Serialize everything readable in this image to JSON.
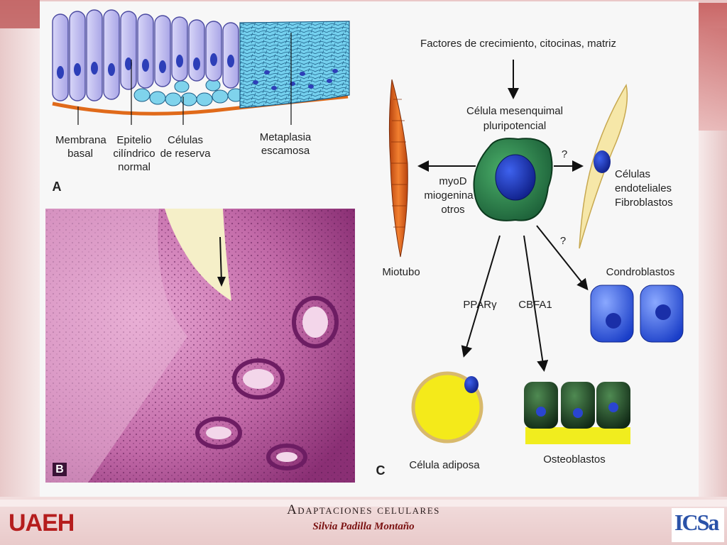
{
  "panel_a": {
    "letter": "A",
    "labels": {
      "membrana_basal_line1": "Membrana",
      "membrana_basal_line2": "basal",
      "epitelio_line1": "Epitelio",
      "epitelio_line2": "cilíndrico",
      "epitelio_line3": "normal",
      "celulas_line1": "Células",
      "celulas_line2": "de reserva",
      "metaplasia_line1": "Metaplasia",
      "metaplasia_line2": "escamosa"
    }
  },
  "panel_b": {
    "letter": "B"
  },
  "panel_c": {
    "letter": "C",
    "factores": "Factores de crecimiento, citocinas, matriz",
    "mesenquimal_line1": "Célula mesenquimal",
    "mesenquimal_line2": "pluripotencial",
    "myod_line1": "myoD",
    "myod_line2": "miogenina",
    "myod_line3": "otros",
    "miotubo": "Miotubo",
    "endoteliales_line1": "Células",
    "endoteliales_line2": "endoteliales",
    "endoteliales_line3": "Fibroblastos",
    "condroblastos": "Condroblastos",
    "ppar": "PPARγ",
    "cbfa1": "CBFA1",
    "adiposa": "Célula adiposa",
    "osteoblastos": "Osteoblastos",
    "question_mark": "?"
  },
  "footer": {
    "title": "Adaptaciones celulares",
    "author": "Silvia Padilla Montaño",
    "logo_left": "UAEH",
    "logo_right": "ICSa"
  },
  "colors": {
    "accent_red": "#b84a4a",
    "cell_lavender": "#b9b6ee",
    "nucleus_blue": "#2d3fb8",
    "squamous_cyan": "#5fc4e6",
    "basement_orange": "#e06a1a",
    "histology_purple": "#9a3f86",
    "adipose_yellow": "#f4ea1a",
    "osteoblast_green": "#1e3a20",
    "chondro_blue": "#2a4fd6"
  }
}
